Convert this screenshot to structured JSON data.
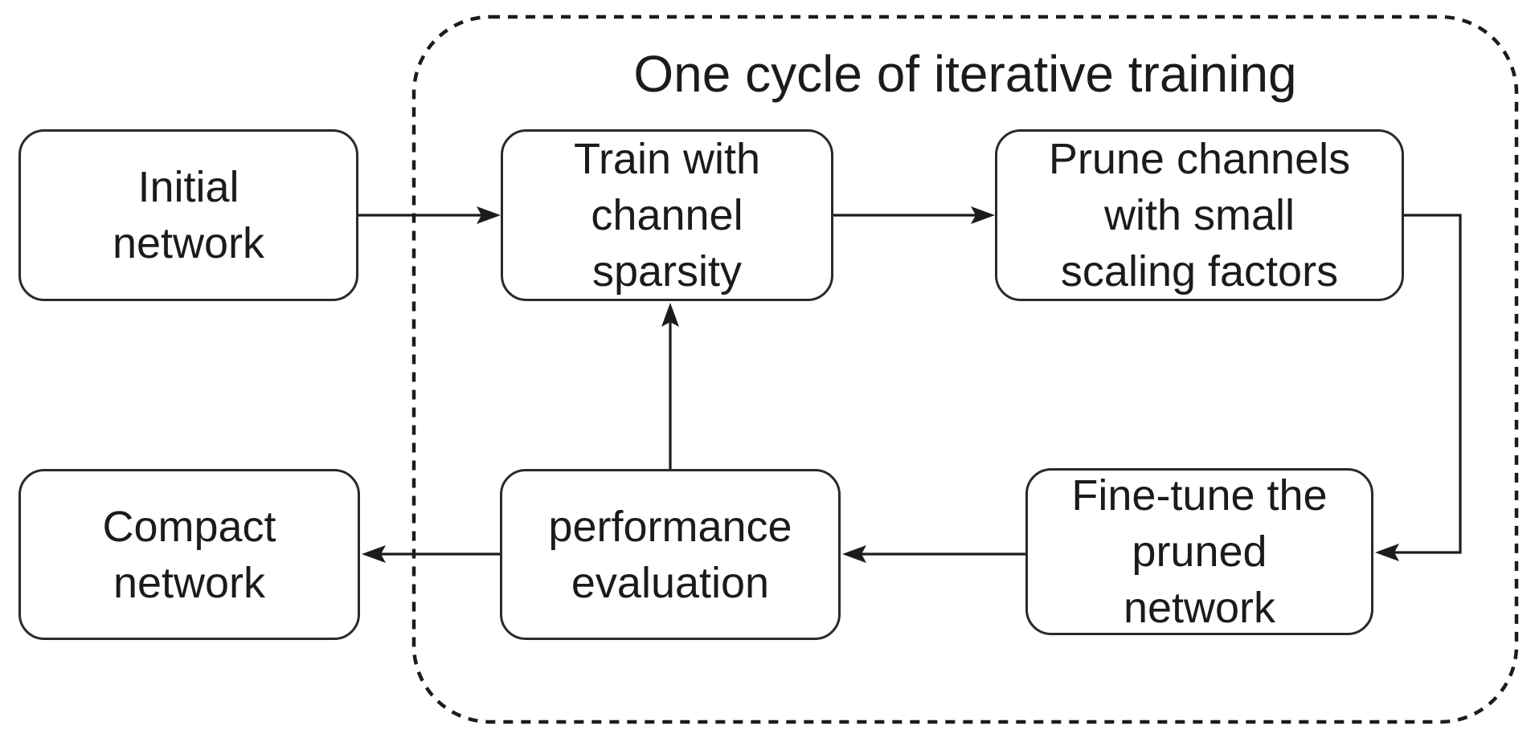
{
  "diagram": {
    "title": "One cycle of iterative training",
    "colors": {
      "ink": "#1b1b1b",
      "node_border": "#2a2a2a",
      "background": "#ffffff"
    },
    "boxes": [
      {
        "id": "initial-network",
        "lines": [
          "Initial",
          "network"
        ]
      },
      {
        "id": "train-with-channel-sparsity",
        "lines": [
          "Train with",
          "channel",
          "sparsity"
        ]
      },
      {
        "id": "prune-channels",
        "lines": [
          "Prune channels",
          "with small",
          "scaling factors"
        ]
      },
      {
        "id": "fine-tune-pruned-network",
        "lines": [
          "Fine-tune the",
          "pruned",
          "network"
        ]
      },
      {
        "id": "performance-evaluation",
        "lines": [
          "performance",
          "evaluation"
        ]
      },
      {
        "id": "compact-network",
        "lines": [
          "Compact",
          "network"
        ]
      }
    ],
    "edges": [
      {
        "from": "initial-network",
        "to": "train-with-channel-sparsity"
      },
      {
        "from": "train-with-channel-sparsity",
        "to": "prune-channels"
      },
      {
        "from": "prune-channels",
        "to": "fine-tune-pruned-network"
      },
      {
        "from": "fine-tune-pruned-network",
        "to": "performance-evaluation"
      },
      {
        "from": "performance-evaluation",
        "to": "train-with-channel-sparsity"
      },
      {
        "from": "performance-evaluation",
        "to": "compact-network"
      }
    ]
  }
}
